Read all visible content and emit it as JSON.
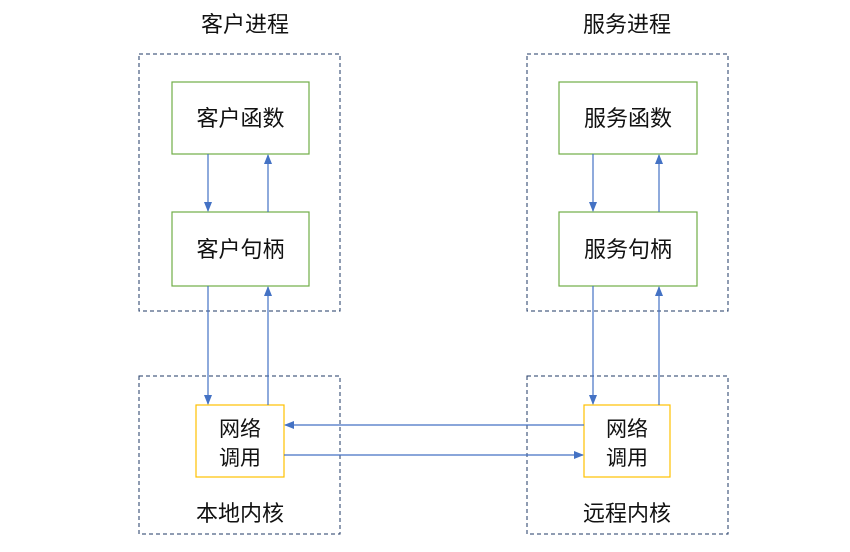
{
  "client_process": {
    "title": "客户进程",
    "function_label": "客户函数",
    "handle_label": "客户句柄"
  },
  "server_process": {
    "title": "服务进程",
    "function_label": "服务函数",
    "handle_label": "服务句柄"
  },
  "local_kernel": {
    "label": "本地内核",
    "network_call_line1": "网络",
    "network_call_line2": "调用"
  },
  "remote_kernel": {
    "label": "远程内核",
    "network_call_line1": "网络",
    "network_call_line2": "调用"
  },
  "colors": {
    "process_box_border": "#70ad47",
    "network_box_border": "#ffc000",
    "container_border": "#1f3864",
    "arrow": "#4472c4"
  }
}
